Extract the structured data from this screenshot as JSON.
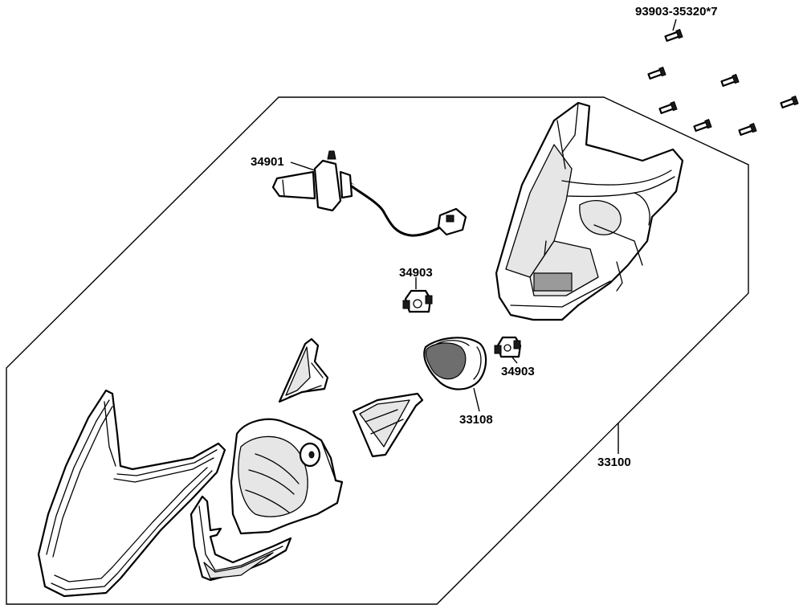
{
  "labels": {
    "screw": "93903-35320*7",
    "bulb": "34901",
    "socket_top": "34903",
    "socket_right": "34903",
    "shroud": "33108",
    "assembly": "33100"
  },
  "parts": [
    {
      "label": "93903-35320*7",
      "name": "screw",
      "count": 7
    },
    {
      "label": "34901",
      "name": "headlight bulb with wire harness"
    },
    {
      "label": "34903",
      "name": "bulb socket"
    },
    {
      "label": "33108",
      "name": "rubber shroud"
    },
    {
      "label": "33100",
      "name": "headlight assembly"
    }
  ],
  "colors": {
    "line": "#000000",
    "background": "#ffffff",
    "shade": "#e6e6e6",
    "dark": "#6e6e6e"
  }
}
